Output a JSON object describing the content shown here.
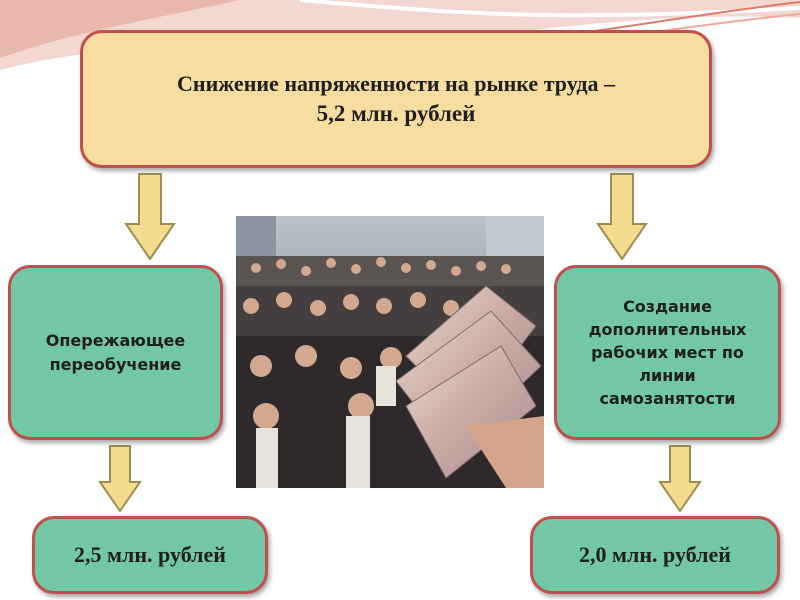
{
  "top": {
    "line1": "Снижение напряженности на рынке труда –",
    "line2": "5,2 млн. рублей"
  },
  "left_mid": {
    "lines": [
      "Опережающее",
      "переобучение"
    ]
  },
  "right_mid": {
    "lines": [
      "Создание",
      "дополнительных",
      "рабочих мест по",
      "линии",
      "самозанятости"
    ]
  },
  "left_bottom": "2,5 млн. рублей",
  "right_bottom": "2,0 млн. рублей",
  "colors": {
    "top_fill": "#f9dca0",
    "box_fill": "#72c7a4",
    "border": "#c0504d",
    "arrow_fill": "#f6dc8f",
    "arrow_stroke": "#9d8d55"
  },
  "photo": "crowd of people and banknotes"
}
